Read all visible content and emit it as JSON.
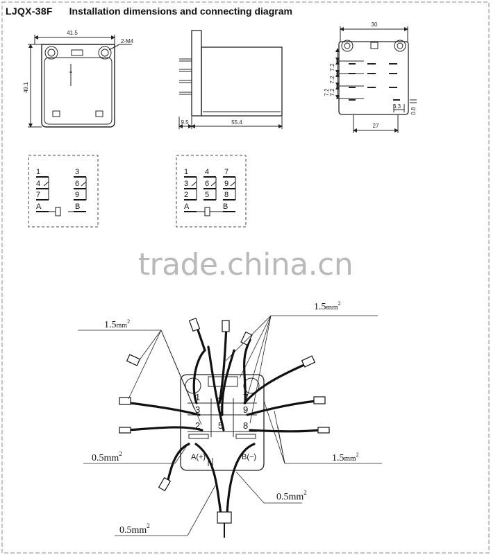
{
  "title": {
    "model": "LJQX-38F",
    "text": "Installation dimensions and connecting diagram"
  },
  "watermark": "trade.china.cn",
  "top_view": {
    "width": "41.5",
    "height": "49.1",
    "hole": "2-M4"
  },
  "side_view": {
    "pin_len": "9.5",
    "body_len": "55.4"
  },
  "base_view": {
    "width": "30",
    "pitch": [
      "7.2",
      "7.2",
      "7.2",
      "7.2"
    ],
    "pin_w": "6.3",
    "pin_t": "0.8",
    "pin_span": "27"
  },
  "schematic_1": {
    "pins": [
      "1",
      "4",
      "7",
      "3",
      "6",
      "9"
    ],
    "coil": [
      "A",
      "B"
    ]
  },
  "schematic_2": {
    "pins": [
      "1",
      "3",
      "2",
      "4",
      "6",
      "5",
      "7",
      "9",
      "8"
    ],
    "coil": [
      "A",
      "B"
    ]
  },
  "wiring": {
    "terminals": [
      "1",
      "3",
      "2",
      "4",
      "6",
      "5",
      "7",
      "9",
      "8"
    ],
    "coil_a": "A(+)",
    "coil_b": "B(−)",
    "labels": {
      "top_left": "1.5",
      "top_right": "1.5",
      "right": "1.5",
      "left": "0.5",
      "bottom_right": "0.5",
      "bottom_left": "0.5"
    },
    "unit_mm": "mm",
    "unit_exp": "2"
  }
}
